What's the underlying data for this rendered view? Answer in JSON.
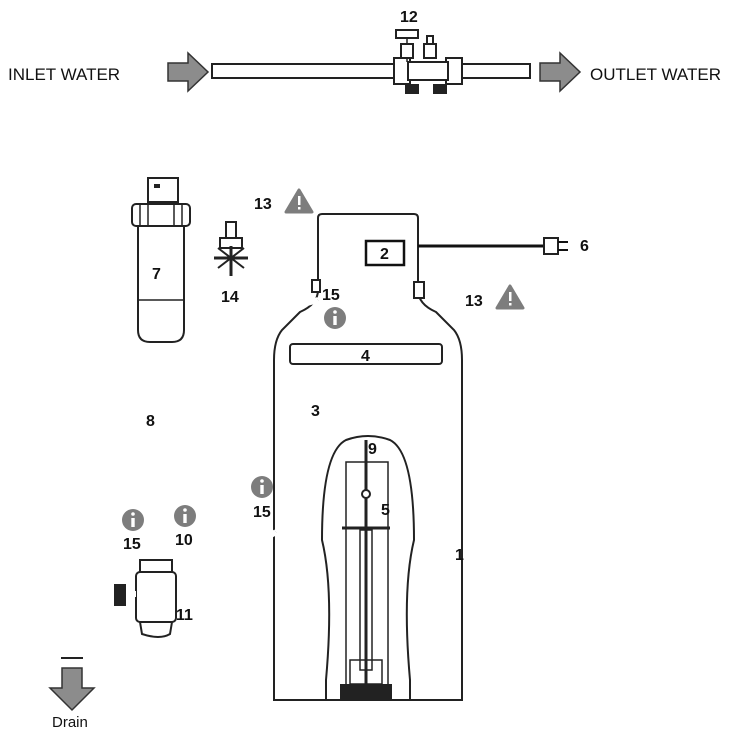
{
  "labels": {
    "inlet": "INLET WATER",
    "outlet": "OUTLET WATER",
    "drain": "Drain"
  },
  "callouts": {
    "n1": "1",
    "n2": "2",
    "n3": "3",
    "n4": "4",
    "n5": "5",
    "n6": "6",
    "n7": "7",
    "n8": "8",
    "n9": "9",
    "n10": "10",
    "n11": "11",
    "n12": "12",
    "n13a": "13",
    "n13b": "13",
    "n14": "14",
    "n15a": "15",
    "n15b": "15",
    "n15c": "15"
  },
  "colors": {
    "arrow": "#8c8c8c",
    "icon": "#7d7d7d",
    "line": "#222222"
  },
  "icons": {
    "warning": "warning-icon",
    "info": "info-icon",
    "flow_arrow": "flow-arrow-icon"
  }
}
